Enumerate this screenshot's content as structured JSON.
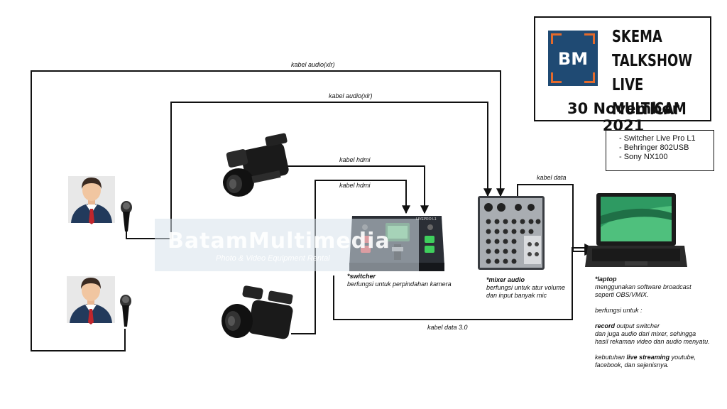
{
  "title": {
    "logo_text": "BM",
    "line1": "SKEMA",
    "line2": "TALKSHOW",
    "line3": "LIVE MULTICAM",
    "date": "30 November 2021"
  },
  "equipment": [
    "- Switcher Live Pro L1",
    "- Behringer 802USB",
    "- Sony NX100"
  ],
  "watermark": {
    "main": "BatamMultimedia",
    "sub": "Photo & Video Equipment Rental"
  },
  "cable_labels": {
    "audio_top": "kabel audio(xlr)",
    "audio_second": "kabel audio(xlr)",
    "hdmi_1": "kabel hdmi",
    "hdmi_2": "kabel hdmi",
    "data": "kabel data",
    "data_30": "kabel data 3.0"
  },
  "switcher": {
    "name": "*switcher",
    "desc": "berfungsi untuk perpindahan kamera",
    "device_label": "LIVEPRO L1"
  },
  "mixer": {
    "name": "*mixer audio",
    "desc1": "berfungsi untuk atur volume",
    "desc2": "dan input banyak mic"
  },
  "laptop": {
    "name": "*laptop",
    "l1": "menggunakan software broadcast",
    "l2": "seperti OBS/VMIX.",
    "l3": "berfungsi untuk :",
    "l4b": "record",
    "l4": " output switcher",
    "l5": "dan juga audio dari mixer, sehingga",
    "l6": "hasil rekaman video dan audio menyatu.",
    "l7": "kebutuhan ",
    "l7b": "live streaming",
    "l7c": " youtube,",
    "l8": "facebook, dan sejenisnya."
  },
  "colors": {
    "logo_bg": "#1f4a73",
    "logo_accent": "#e36a2c",
    "suit": "#223a5c",
    "tie": "#c0262c",
    "laptop_screen": "#2e9a62"
  }
}
